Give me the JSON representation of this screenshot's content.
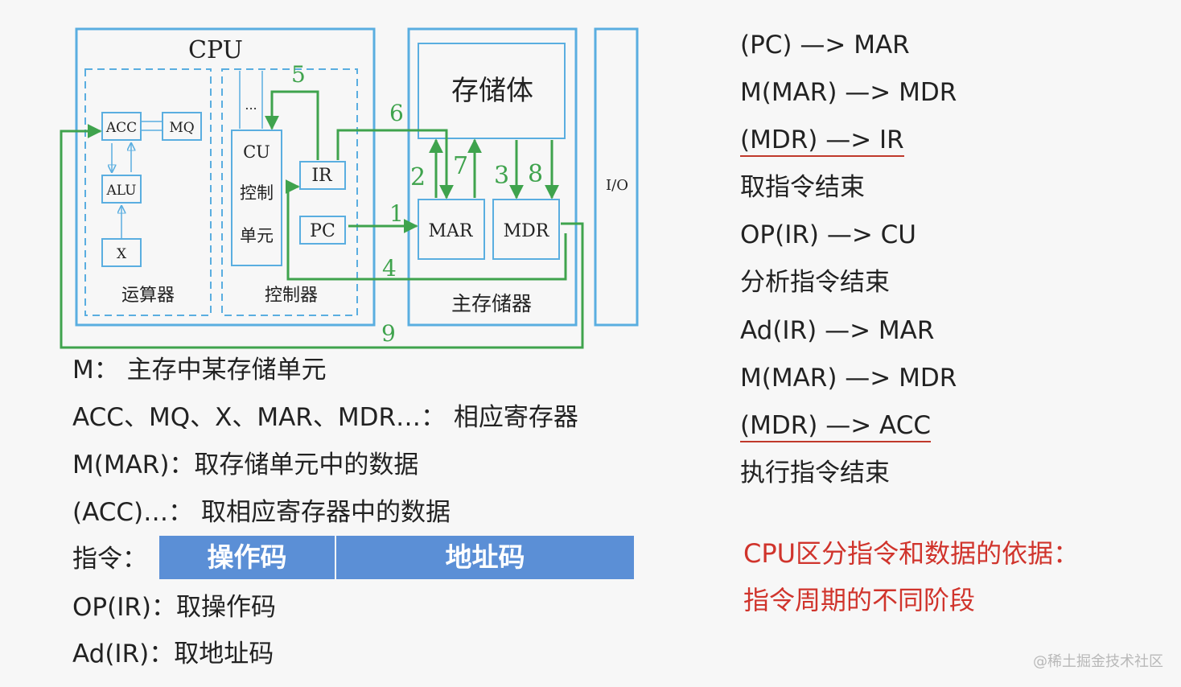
{
  "diagram": {
    "cpu_title": "CPU",
    "acc": "ACC",
    "mq": "MQ",
    "alu": "ALU",
    "x": "X",
    "alu_group": "运算器",
    "cu": "CU",
    "cu_line2": "控制",
    "cu_line3": "单元",
    "ir": "IR",
    "pc": "PC",
    "ellipsis": "...",
    "control_group": "控制器",
    "storage": "存储体",
    "mar": "MAR",
    "mdr": "MDR",
    "main_memory": "主存储器",
    "io": "I/O",
    "step_labels": [
      "1",
      "2",
      "3",
      "4",
      "5",
      "6",
      "7",
      "8",
      "9"
    ],
    "colors": {
      "frame": "#5aaee0",
      "flow": "#3fa34d"
    }
  },
  "legend": [
    "M：  主存中某存储单元",
    "ACC、MQ、X、MAR、MDR…：  相应寄存器",
    "M(MAR)：取存储单元中的数据",
    "(ACC)…：  取相应寄存器中的数据"
  ],
  "instruction": {
    "label": "指令：",
    "opcode": "操作码",
    "address": "地址码"
  },
  "legend_bottom": [
    "OP(IR)：取操作码",
    "Ad(IR)：取地址码"
  ],
  "steps": [
    "(PC) —> MAR",
    "M(MAR) —> MDR",
    "(MDR) —> IR",
    "取指令结束",
    "OP(IR) —> CU",
    "分析指令结束",
    "Ad(IR) —> MAR",
    "M(MAR) —> MDR",
    "(MDR) —> ACC",
    "执行指令结束"
  ],
  "note": {
    "line1": "CPU区分指令和数据的依据：",
    "line2": "指令周期的不同阶段"
  },
  "watermark": "@稀土掘金技术社区"
}
